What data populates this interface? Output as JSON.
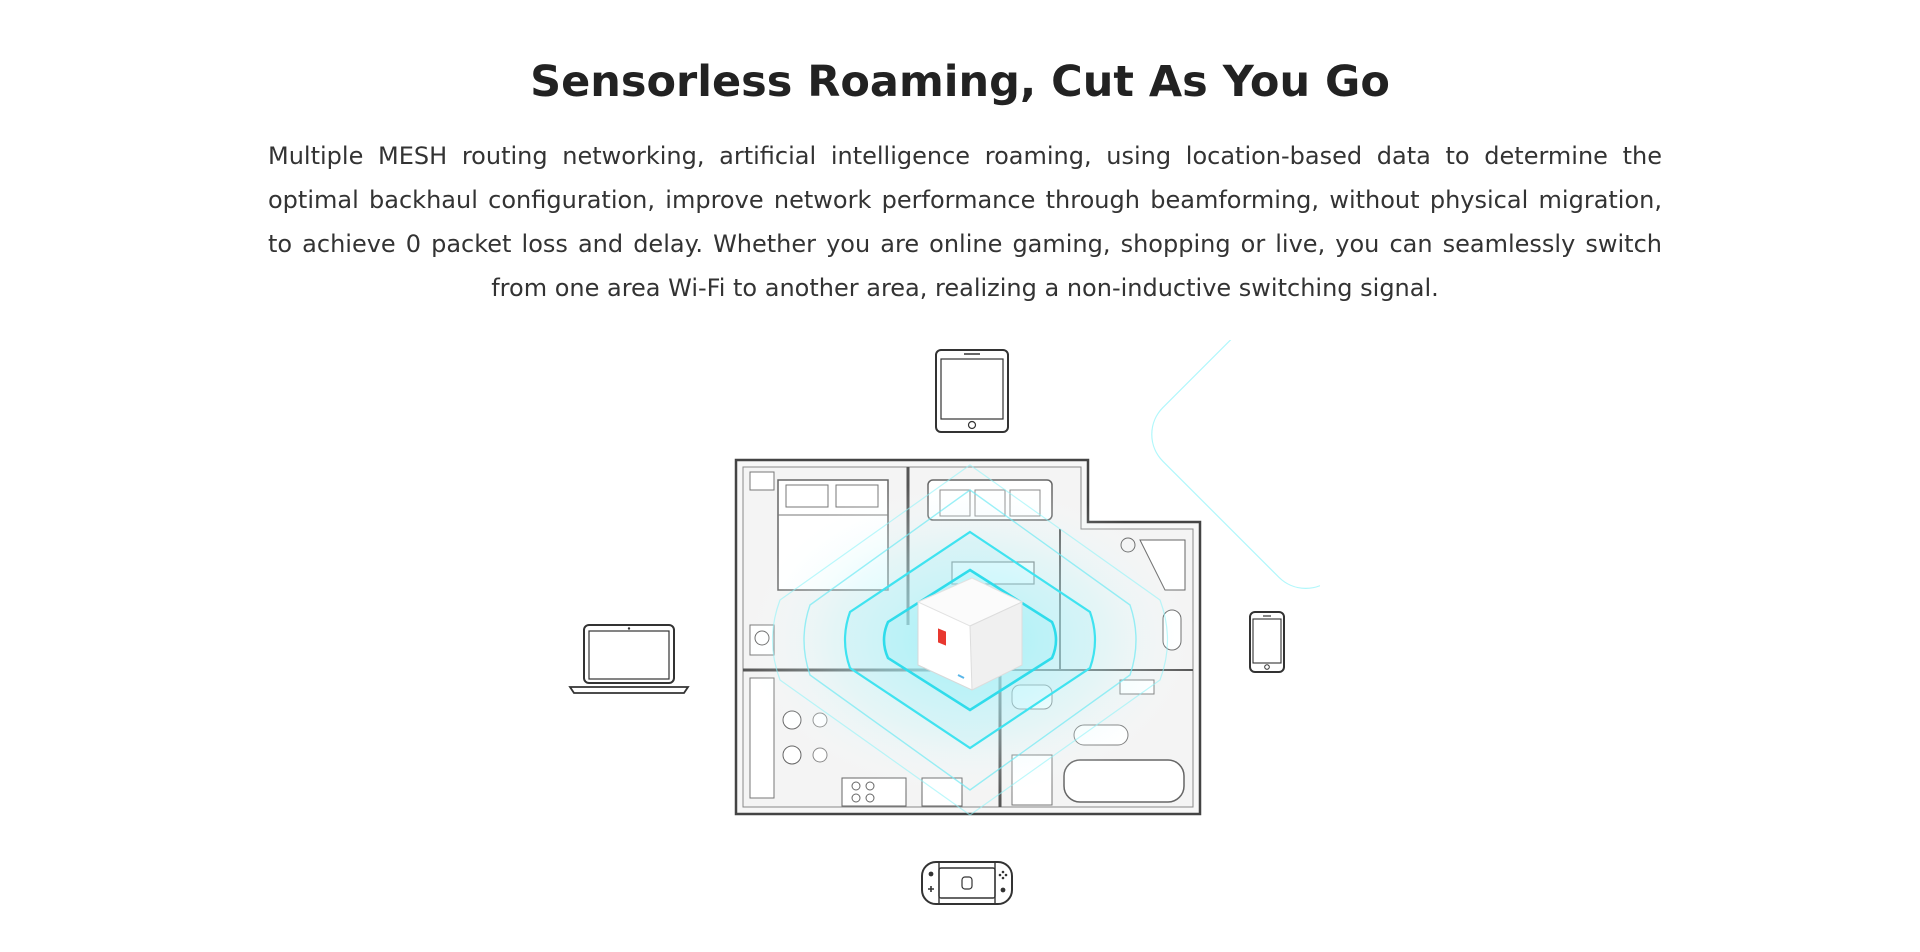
{
  "section": {
    "title": "Sensorless Roaming, Cut As You Go",
    "description": "Multiple MESH routing networking, artificial intelligence roaming, using location-based data to determine the optimal backhaul configuration, improve network performance through beamforming, without physical migration, to achieve 0 packet loss and delay. Whether you are online gaming, shopping or live, you can seamlessly switch from one area Wi-Fi to another area, realizing a non-inductive switching signal."
  },
  "colors": {
    "signal": "#3fe3f0",
    "signal_glow": "#bff6fb",
    "router_accent": "#e8382f",
    "line": "#555555"
  },
  "icons": [
    "tablet-icon",
    "laptop-icon",
    "smartphone-icon",
    "game-console-icon",
    "mesh-router-icon",
    "floor-plan"
  ]
}
